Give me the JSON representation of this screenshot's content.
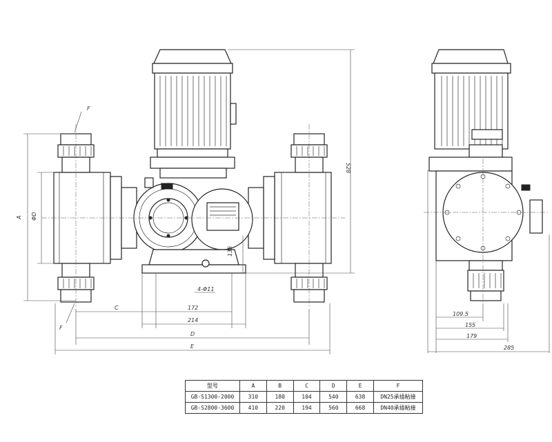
{
  "labels": {
    "flange_top": "F",
    "flange_bottom": "F",
    "dim_A": "A",
    "dim_phiD": "ΦD",
    "dim_height": "528",
    "dim_135": "135",
    "dim_holes": "4-Φ11",
    "dim_C": "C",
    "dim_172": "172",
    "dim_214": "214",
    "dim_D": "D",
    "dim_E": "E",
    "side_109": "109.5",
    "side_155": "155",
    "side_179": "179",
    "side_285": "285"
  },
  "table": {
    "headers": [
      "型号",
      "A",
      "B",
      "C",
      "D",
      "E",
      "F"
    ],
    "rows": [
      [
        "GB-S1300-2000",
        "310",
        "180",
        "104",
        "540",
        "638",
        "DN25承插粘接"
      ],
      [
        "GB-S2800-3600",
        "410",
        "220",
        "194",
        "560",
        "668",
        "DN40承插粘接"
      ]
    ]
  }
}
